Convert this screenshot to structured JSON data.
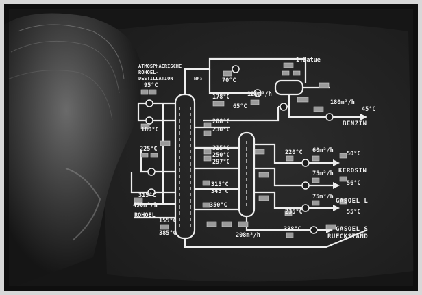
{
  "photo": {
    "description_icon": "photo-of-control-monitor",
    "colors": {
      "screen": "#222222",
      "line": "#eeeeee",
      "background": "#1a1a1a"
    }
  },
  "diagram": {
    "title_lines": [
      "ATMOSPHAERISCHE",
      "ROHOEL-",
      "DESTILLATION"
    ],
    "nh3_label": "NH₃",
    "top_pressure": "1.2atue",
    "temperatures": {
      "t_top_left": "95°C",
      "t_top_mid": "70°C",
      "t_178": "178°C",
      "t_65": "65°C",
      "t_45": "45°C",
      "t_180": "180°C",
      "t_208": "208°C",
      "t_230": "230°C",
      "t_225": "225°C",
      "t_315a": "315°C",
      "t_250": "250°C",
      "t_297": "297°C",
      "t_220": "220°C",
      "t_50": "50°C",
      "t_315b": "315°C",
      "t_345": "345°C",
      "t_315c": "315°C",
      "t_56": "56°C",
      "t_350": "350°C",
      "t_235": "235°C",
      "t_55": "55°C",
      "t_155": "155°C",
      "t_385": "385°C",
      "t_388": "388°C"
    },
    "flows": {
      "f_120": "120m³/h",
      "f_180": "180m³/h",
      "f_60": "60m³/h",
      "f_75a": "75m³/h",
      "f_75b": "75m³/h",
      "f_490": "490m³/h",
      "f_208": "208m³/h"
    },
    "streams": {
      "benzin": "BENZIN",
      "kerosin": "KEROSIN",
      "gasoel_l": "GASOEL L",
      "gasoel_s": "GASOEL S",
      "rueckstand": "RUECKSTAND",
      "rohoel": "ROHOEL"
    }
  }
}
